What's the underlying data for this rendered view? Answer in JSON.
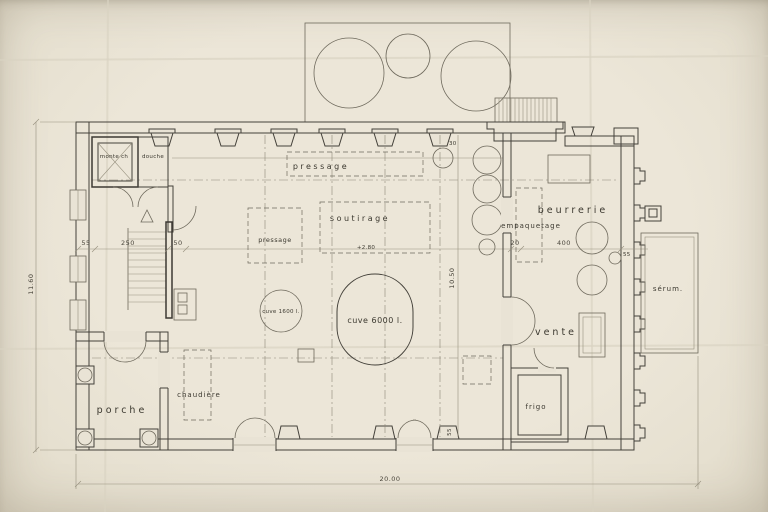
{
  "document": {
    "kind": "architectural floor plan drawing, ink on aged paper",
    "colors": {
      "paper": "#e9e3d4",
      "ink": "#3b382f",
      "thin_line": "#6e695c",
      "axis": "#8d8778",
      "crease": "#d8d2c2"
    }
  },
  "rooms": {
    "monte_charge": "monte ch",
    "douche": "douche",
    "pressage_top": "pressage",
    "pressage_small": "pressage",
    "soutirage": "soutirage",
    "cuve_1600": "cuve 1600 l.",
    "cuve_6000": "cuve 6000 l.",
    "beurrerie": "beurrerie",
    "empaquetage": "empaquetage",
    "vente": "vente",
    "frigo": "frigo",
    "serum": "sérum.",
    "porche": "porche",
    "chaudiere": "chaudière"
  },
  "dimensions": {
    "plan_width": "20.00",
    "plan_height": "11.60",
    "hall_depth": "10.50",
    "left_55": "55",
    "left_250": "250",
    "left_50": "50",
    "right_20": "20",
    "right_400": "400",
    "wall_55": "55",
    "pilaster_55": "55",
    "level": "+2.80",
    "small_30": "30"
  }
}
